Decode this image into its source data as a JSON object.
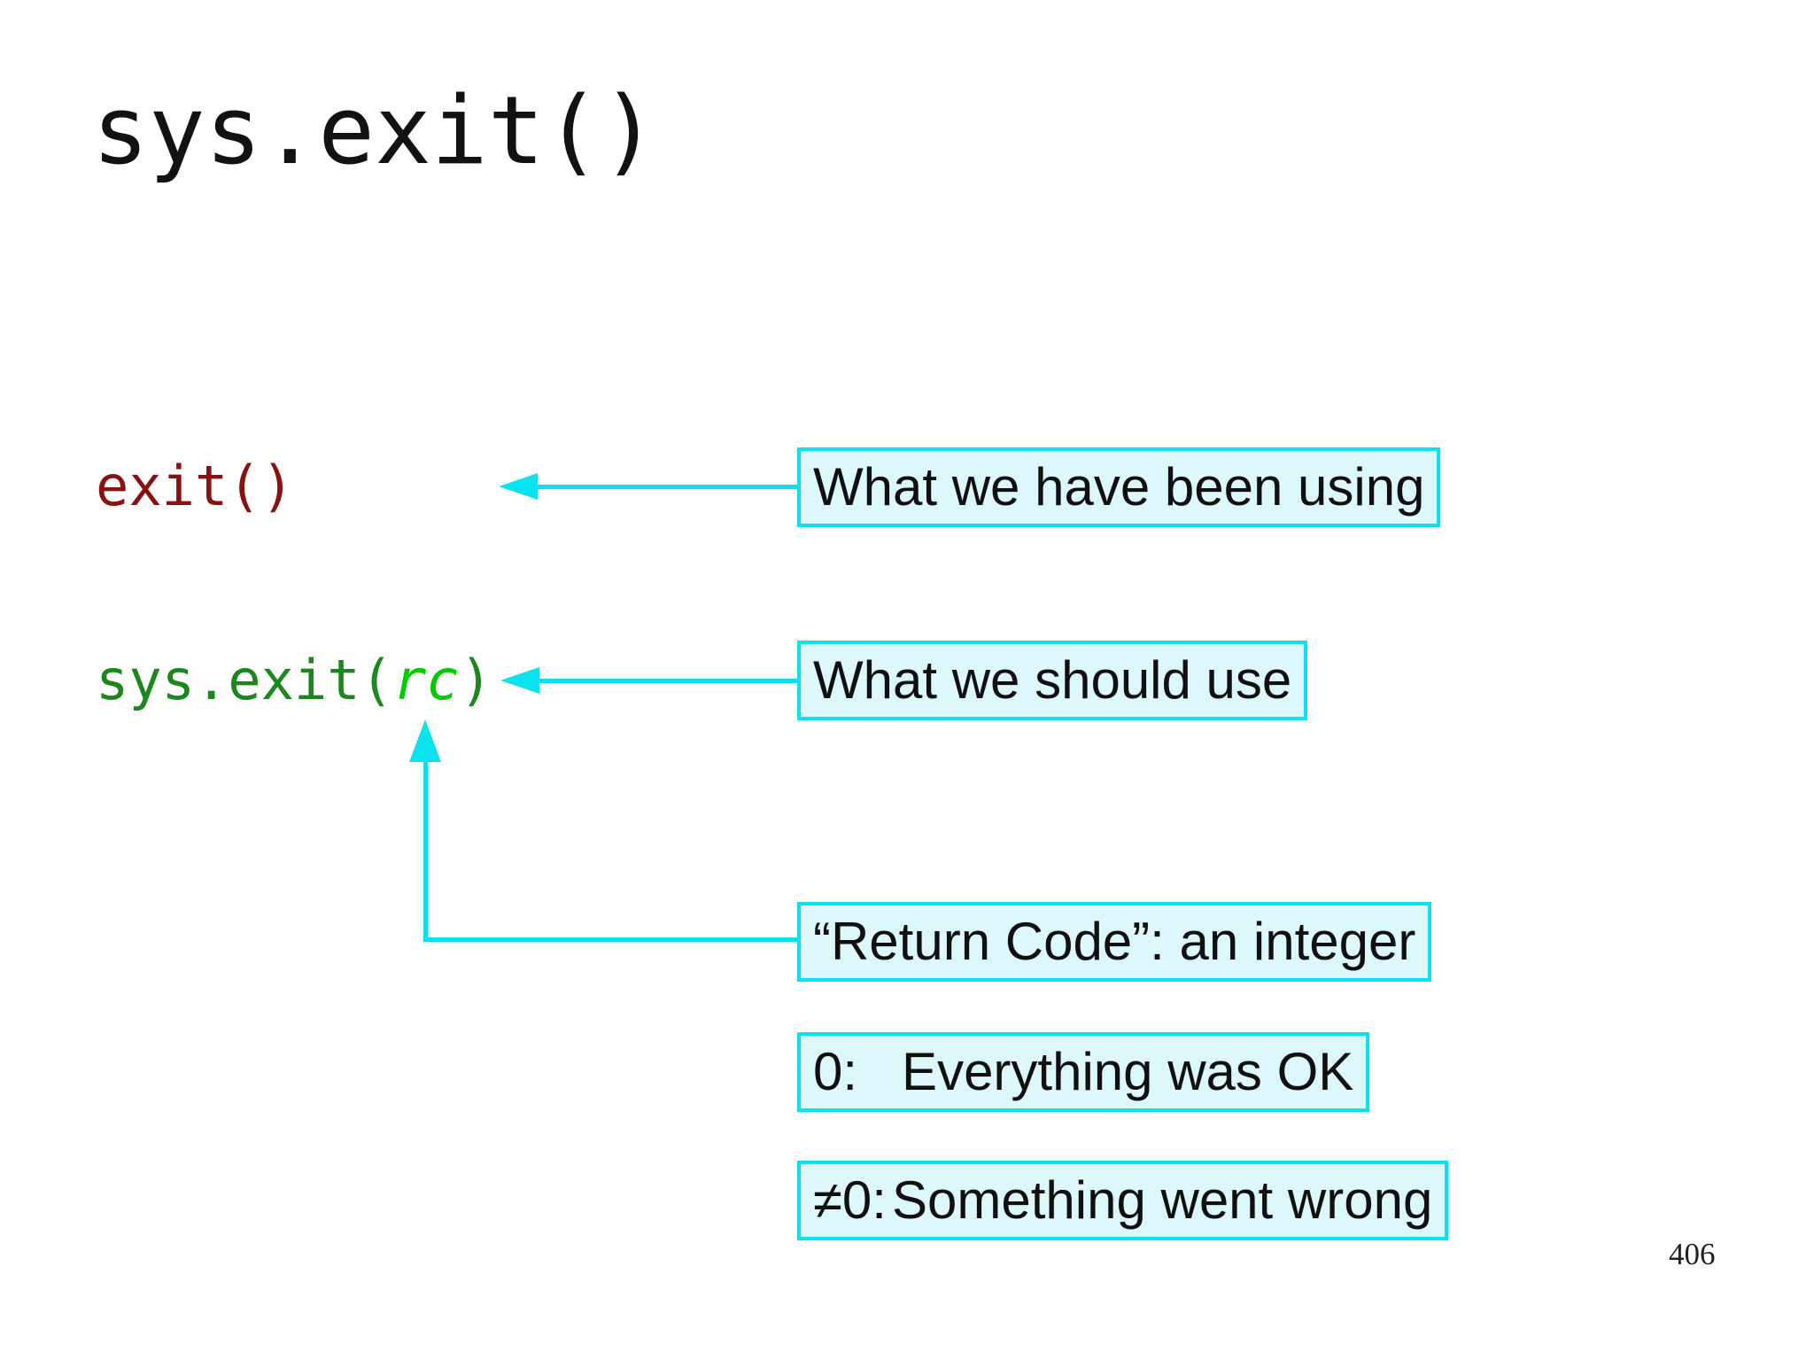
{
  "slide": {
    "title": "sys.exit()",
    "page_number": "406"
  },
  "code": {
    "exit_call": "exit()",
    "sys_exit_prefix": "sys.exit(",
    "sys_exit_arg": "rc",
    "sys_exit_suffix": ")"
  },
  "callouts": {
    "have_been_using": "What we have been using",
    "should_use": "What we should use",
    "return_code": "“Return Code”: an integer",
    "ok_prefix": "0:",
    "ok_text": "Everything was OK",
    "wrong_prefix": "≠0:",
    "wrong_text": "Something went wrong"
  },
  "colors": {
    "accent_cyan": "#0ae2ef",
    "callout_fill": "#dcf8fa",
    "code_dark_red": "#8b1111",
    "code_dark_green": "#1c871c",
    "code_bright_green": "#00cc00",
    "text": "#101010",
    "background": "#ffffff"
  }
}
